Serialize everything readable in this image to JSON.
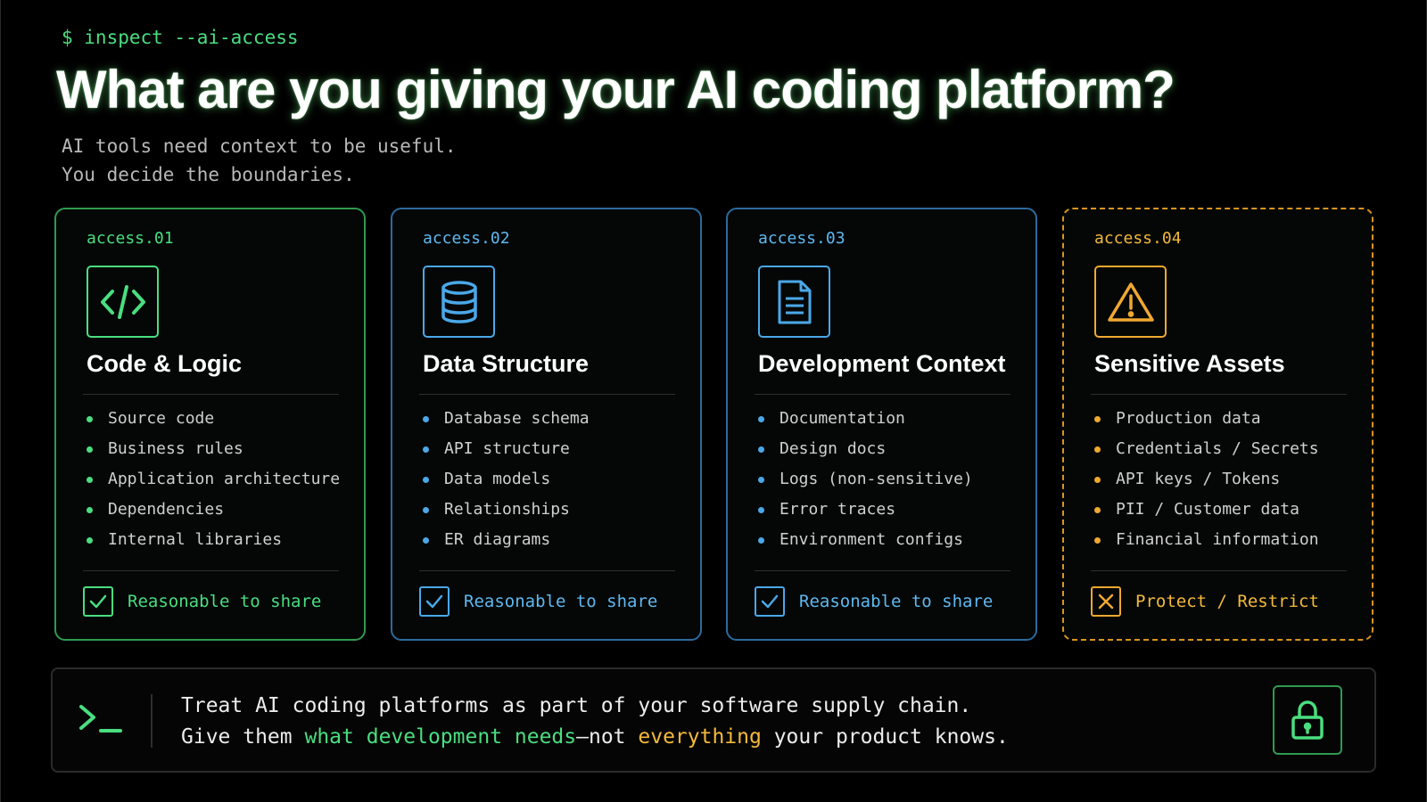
{
  "header": {
    "prompt": "$ inspect --ai-access",
    "title": "What are you giving your AI coding platform?",
    "subtitle_lines": [
      "AI tools need context to be useful.",
      "You decide the boundaries."
    ]
  },
  "colors": {
    "green": "#4ade80",
    "blue": "#4aa8e8",
    "orange": "#f0a830",
    "background": "#000000"
  },
  "cards": [
    {
      "code": "access.01",
      "icon": "code-brackets-icon",
      "title": "Code & Logic",
      "items": [
        "Source code",
        "Business rules",
        "Application architecture",
        "Dependencies",
        "Internal libraries"
      ],
      "verdict_icon": "checkmark-icon",
      "verdict": "Reasonable to share"
    },
    {
      "code": "access.02",
      "icon": "database-icon",
      "title": "Data Structure",
      "items": [
        "Database schema",
        "API structure",
        "Data models",
        "Relationships",
        "ER diagrams"
      ],
      "verdict_icon": "checkmark-icon",
      "verdict": "Reasonable to share"
    },
    {
      "code": "access.03",
      "icon": "document-icon",
      "title": "Development Context",
      "items": [
        "Documentation",
        "Design docs",
        "Logs (non-sensitive)",
        "Error traces",
        "Environment configs"
      ],
      "verdict_icon": "checkmark-icon",
      "verdict": "Reasonable to share"
    },
    {
      "code": "access.04",
      "icon": "warning-triangle-icon",
      "title": "Sensitive Assets",
      "items": [
        "Production data",
        "Credentials / Secrets",
        "API keys / Tokens",
        "PII / Customer data",
        "Financial information"
      ],
      "verdict_icon": "x-mark-icon",
      "verdict": "Protect / Restrict"
    }
  ],
  "banner": {
    "icon": "terminal-prompt-icon",
    "line1": "Treat AI coding platforms as part of your software supply chain.",
    "line2_before": "Give them ",
    "line2_green": "what development needs",
    "line2_middle": "—not ",
    "line2_orange": "everything",
    "line2_after": " your product knows.",
    "lock_icon": "lock-icon"
  }
}
